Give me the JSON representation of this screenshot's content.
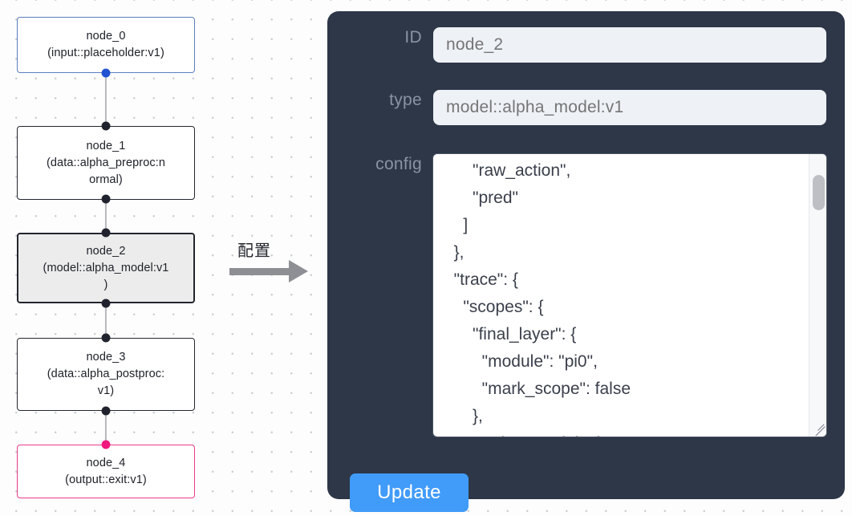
{
  "graph": {
    "nodes": [
      {
        "id": "node_0",
        "label": "node_0\n(input::placeholder:v1)",
        "state": "normal",
        "accent": "#5b7fc0"
      },
      {
        "id": "node_1",
        "label": "node_1\n(data::alpha_preproc:n\normal)",
        "state": "normal",
        "accent": "#23262f"
      },
      {
        "id": "node_2",
        "label": "node_2\n(model::alpha_model:v1\n)",
        "state": "selected",
        "accent": "#23262f"
      },
      {
        "id": "node_3",
        "label": "node_3\n(data::alpha_postproc:\nv1)",
        "state": "normal",
        "accent": "#23262f"
      },
      {
        "id": "node_4",
        "label": "node_4\n(output::exit:v1)",
        "state": "normal",
        "accent": "#eb3b8a"
      }
    ]
  },
  "annotation": {
    "arrow_label": "配置"
  },
  "panel": {
    "fields": {
      "id": {
        "label": "ID",
        "value": "node_2",
        "placeholder": "node_2"
      },
      "type": {
        "label": "type",
        "value": "model::alpha_model:v1",
        "placeholder": "model::alpha_model:v1"
      },
      "config": {
        "label": "config"
      }
    },
    "config_text": "      \"raw_action\",\n      \"pred\"\n    ]\n  },\n  \"trace\": {\n    \"scopes\": {\n      \"final_layer\": {\n        \"module\": \"pi0\",\n        \"mark_scope\": false\n      },\n      \"action_model\": {",
    "update_label": "Update"
  },
  "colors": {
    "panel_bg": "#2d3748",
    "input_bg": "#eef1f6",
    "button_blue": "#419bf9",
    "node_selected_bg": "#ececec",
    "accent_blue": "#2152d1",
    "accent_pink": "#f0197e",
    "edge_gray": "#b6b8bd"
  }
}
